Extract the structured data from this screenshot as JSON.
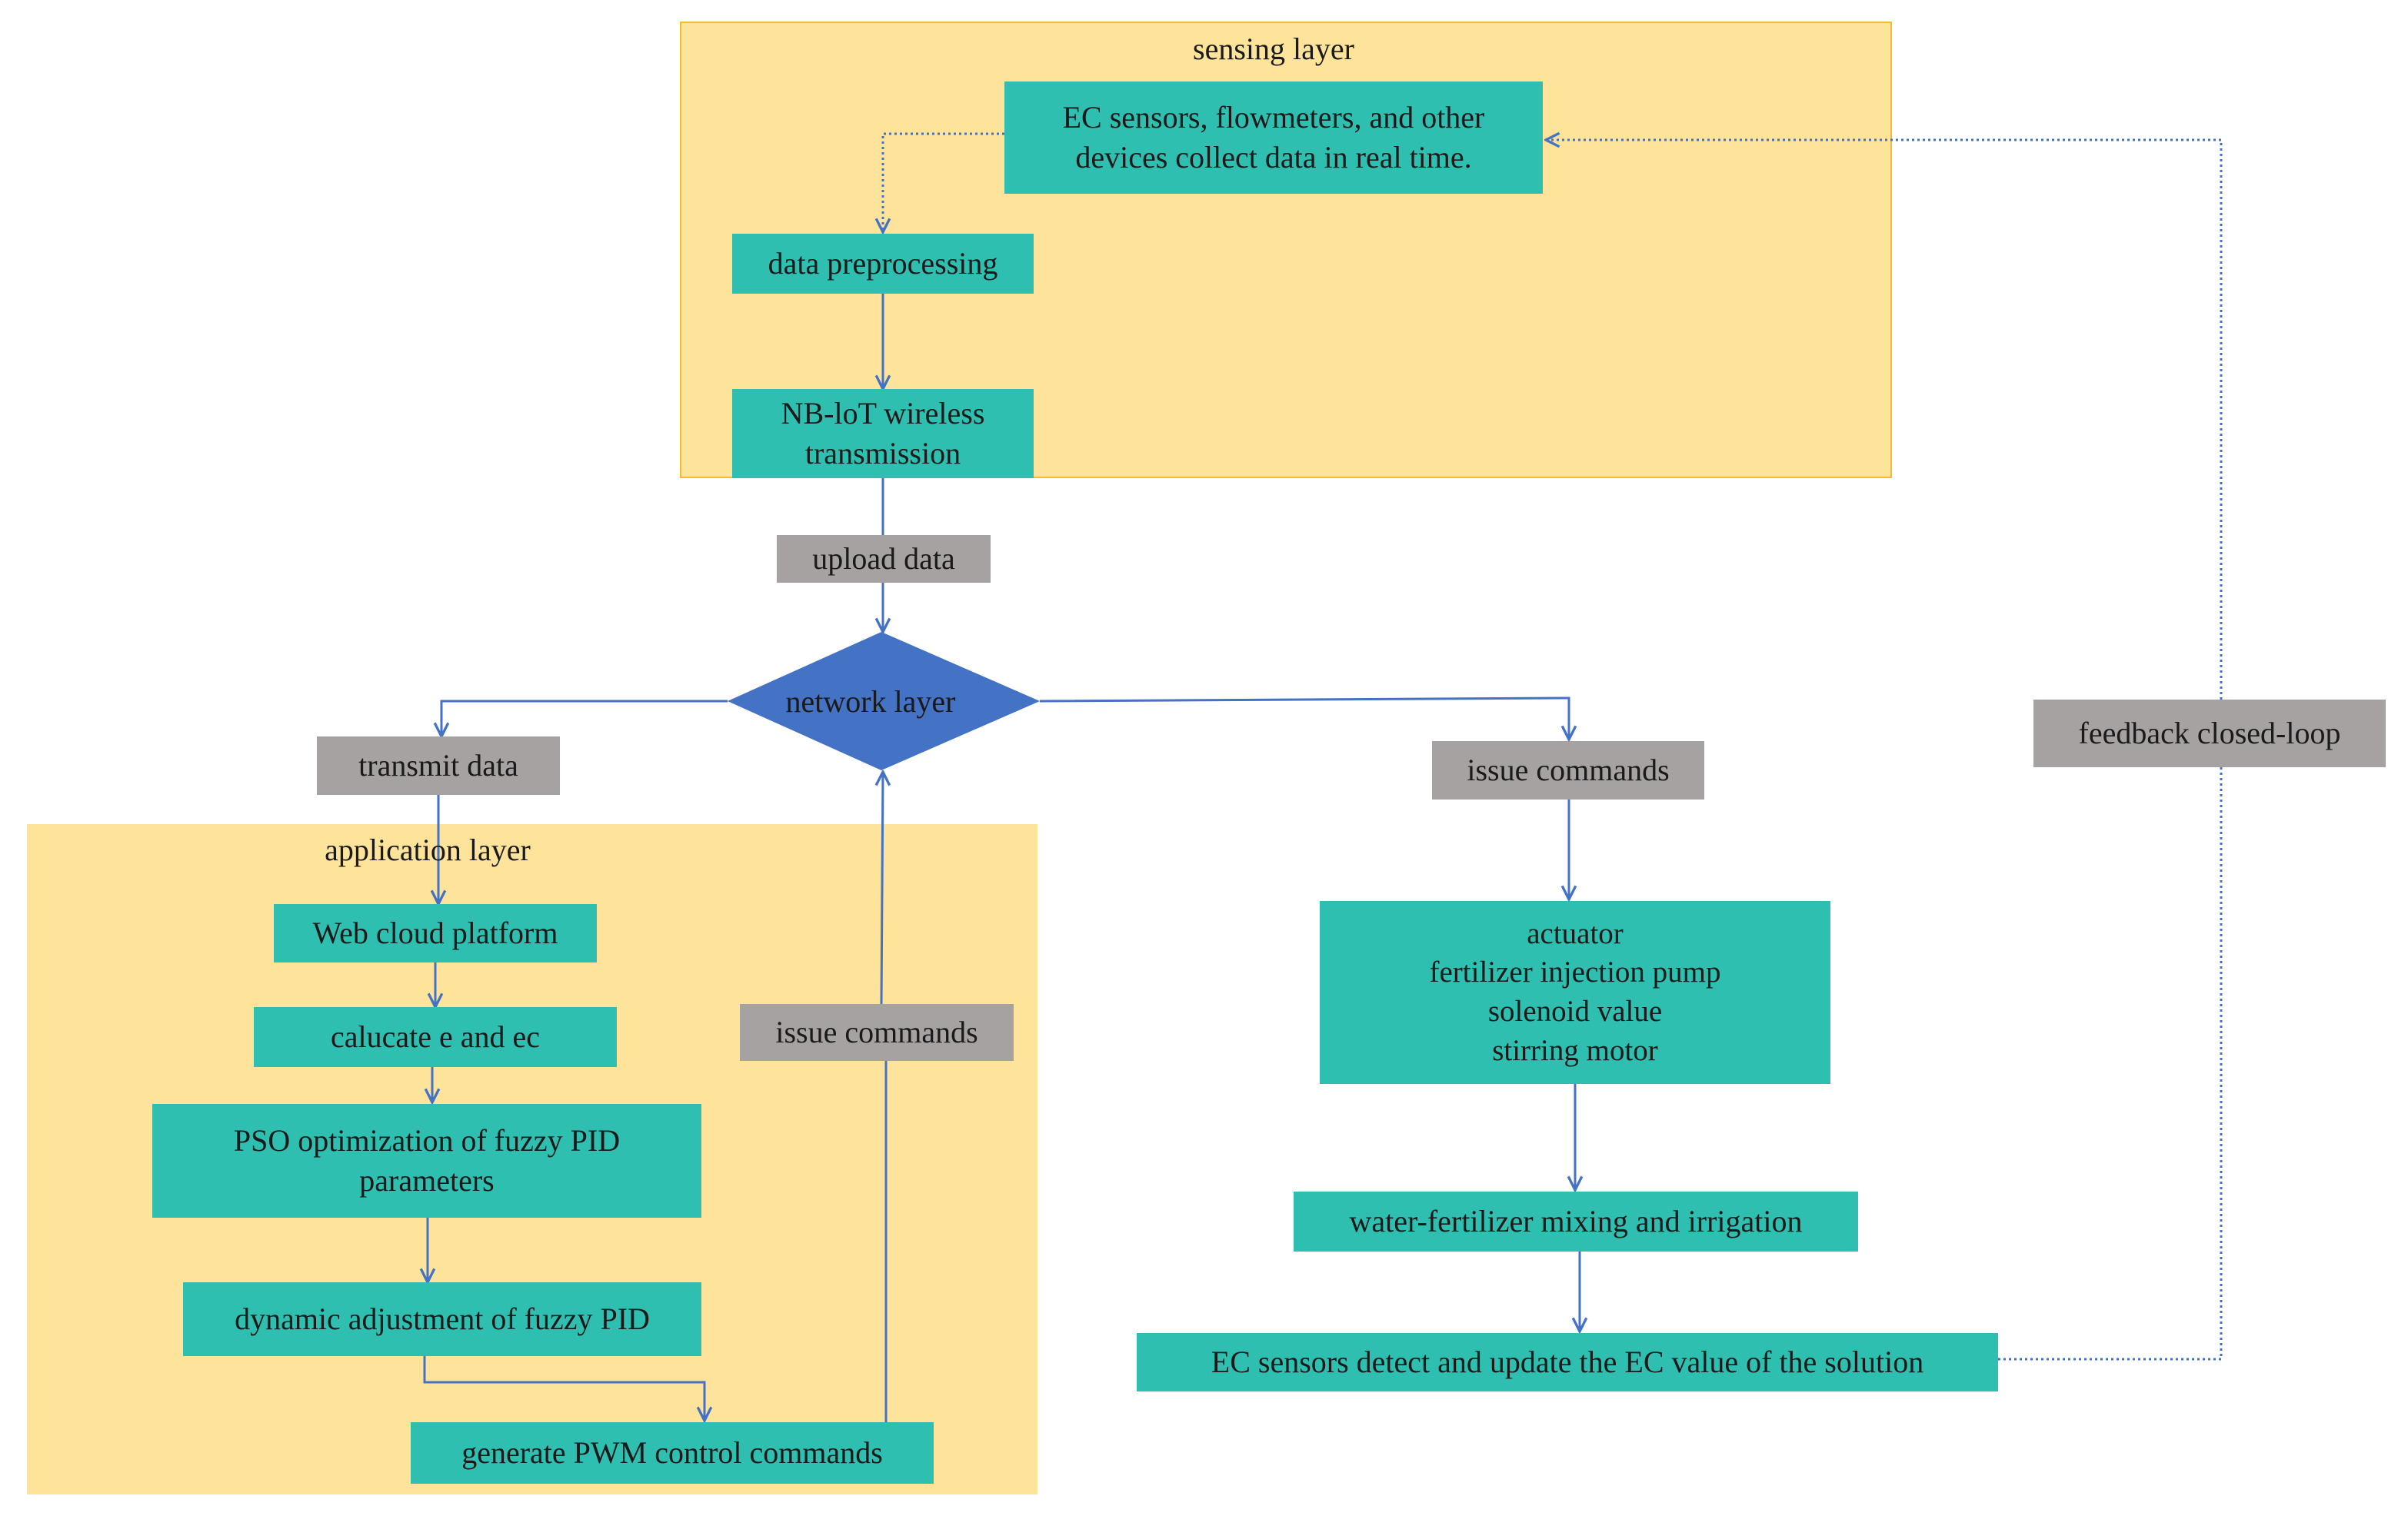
{
  "layers": {
    "sensing": "sensing layer",
    "network": "network layer",
    "application": "application layer"
  },
  "sensing_nodes": {
    "collect": "EC sensors, flowmeters, and other\ndevices collect data in real time.",
    "preprocess": "data preprocessing",
    "nbiot": "NB-loT wireless\ntransmission"
  },
  "edge_labels": {
    "upload": "upload data",
    "transmit": "transmit data",
    "issue_left": "issue commands",
    "issue_right": "issue commands",
    "feedback": "feedback closed-loop"
  },
  "application_nodes": {
    "cloud": "Web cloud platform",
    "calc": "calucate e and ec",
    "pso": "PSO optimization of fuzzy PID\nparameters",
    "dynamic": "dynamic adjustment of fuzzy PID",
    "pwm": "generate PWM control commands"
  },
  "execution_nodes": {
    "actuator": "actuator\nfertilizer injection pump\nsolenoid value\nstirring motor",
    "mixing": "water-fertilizer mixing and irrigation",
    "detect": "EC sensors detect and update the EC value of the solution"
  },
  "colors": {
    "layer_fill": "#fee49b",
    "layer_border": "#f5b93a",
    "process_box": "#2fbfb1",
    "label_box": "#a6a2a1",
    "decision": "#4472c4",
    "connector": "#4472c4"
  }
}
